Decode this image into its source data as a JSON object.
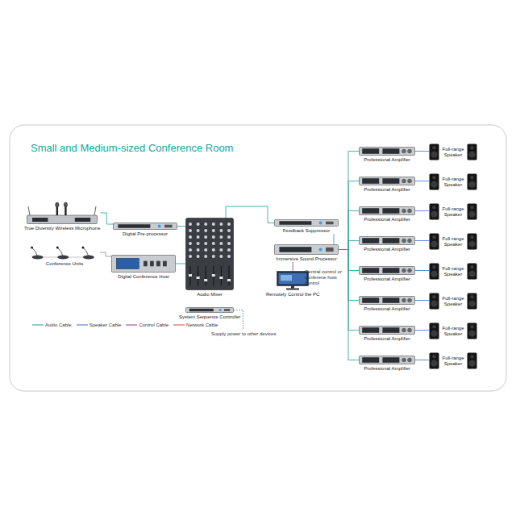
{
  "diagram": {
    "title": "Small and Medium-sized Conference Room",
    "nodes": [
      {
        "text": [
          "True Diversity Wireless Microphone"
        ]
      },
      {
        "text": [
          "Digital Pre-processor"
        ]
      },
      {
        "text": [
          "Conference Units"
        ]
      },
      {
        "text": [
          "Digital Conference Host"
        ]
      },
      {
        "text": [
          "Audio Mixer"
        ]
      },
      {
        "text": [
          "System Sequence Controller"
        ]
      },
      {
        "text": [
          "Feedback Suppressor"
        ]
      },
      {
        "text": [
          "Immersive Sound Processor"
        ]
      },
      {
        "text": [
          "Remotely Control the PC"
        ]
      },
      {
        "text": [
          "Professional Amplifier"
        ]
      },
      {
        "text": [
          "Professional Amplifier"
        ]
      },
      {
        "text": [
          "Professional Amplifier"
        ]
      },
      {
        "text": [
          "Professional Amplifier"
        ]
      },
      {
        "text": [
          "Professional Amplifier"
        ]
      },
      {
        "text": [
          "Professional Amplifier"
        ]
      },
      {
        "text": [
          "Professional Amplifier"
        ]
      },
      {
        "text": [
          "Professional Amplifier"
        ]
      },
      {
        "text": [
          "Full-range Speaker"
        ]
      },
      {
        "text": [
          "Full-range Speaker"
        ]
      },
      {
        "text": [
          "Full-range Speaker"
        ]
      },
      {
        "text": [
          "Full-range Speaker"
        ]
      },
      {
        "text": [
          "Full-range Speaker"
        ]
      },
      {
        "text": [
          "Full-range Speaker"
        ]
      },
      {
        "text": [
          "Full-range Speaker"
        ]
      },
      {
        "text": [
          "Full-range Speaker"
        ]
      }
    ],
    "edges": [
      {
        "from": 0,
        "to": 1,
        "arrow": "none"
      },
      {
        "from": 1,
        "to": 4,
        "arrow": "none"
      },
      {
        "from": 2,
        "to": 3,
        "arrow": "none"
      },
      {
        "from": 3,
        "to": 4,
        "arrow": "none"
      },
      {
        "from": 4,
        "to": 6,
        "arrow": "none"
      },
      {
        "from": 6,
        "to": 7,
        "arrow": "none"
      },
      {
        "from": 8,
        "to": 7,
        "arrow": "none"
      },
      {
        "from": 7,
        "to": 9,
        "arrow": "none"
      },
      {
        "from": 7,
        "to": 10,
        "arrow": "none"
      },
      {
        "from": 7,
        "to": 11,
        "arrow": "none"
      },
      {
        "from": 7,
        "to": 12,
        "arrow": "none"
      },
      {
        "from": 7,
        "to": 13,
        "arrow": "none"
      },
      {
        "from": 7,
        "to": 14,
        "arrow": "none"
      },
      {
        "from": 7,
        "to": 15,
        "arrow": "none"
      },
      {
        "from": 7,
        "to": 16,
        "arrow": "none"
      },
      {
        "from": 9,
        "to": 17,
        "arrow": "none"
      },
      {
        "from": 10,
        "to": 18,
        "arrow": "none"
      },
      {
        "from": 11,
        "to": 19,
        "arrow": "none"
      },
      {
        "from": 12,
        "to": 20,
        "arrow": "none"
      },
      {
        "from": 13,
        "to": 21,
        "arrow": "none"
      },
      {
        "from": 14,
        "to": 22,
        "arrow": "none"
      },
      {
        "from": 15,
        "to": 23,
        "arrow": "none"
      },
      {
        "from": 16,
        "to": 24,
        "arrow": "none"
      }
    ],
    "labels": [
      "Central control or conferene host control",
      "Supply power to other devices"
    ],
    "legend": [
      {
        "text": "Audio Cable"
      },
      {
        "text": "Speaker Cable"
      },
      {
        "text": "Control Cable"
      },
      {
        "text": "Network Cable"
      }
    ]
  }
}
